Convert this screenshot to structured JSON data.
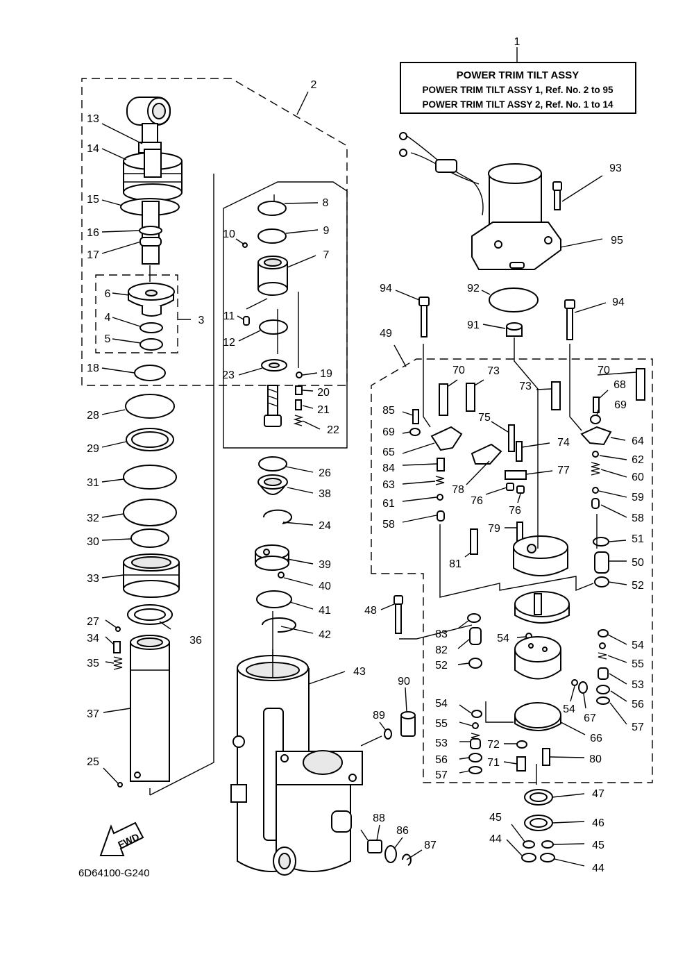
{
  "title_box": {
    "heading": "POWER TRIM TILT ASSY",
    "line1": "POWER TRIM TILT ASSY 1,  Ref. No. 2 to 95",
    "line2": "POWER TRIM TILT ASSY 2,  Ref. No. 1 to 14"
  },
  "fwd_label": "FWD",
  "diagram_code": "6D64100-G240",
  "callouts": [
    {
      "id": "c1",
      "text": "1"
    },
    {
      "id": "c2",
      "text": "2"
    },
    {
      "id": "c3",
      "text": "3"
    },
    {
      "id": "c4",
      "text": "4"
    },
    {
      "id": "c5",
      "text": "5"
    },
    {
      "id": "c6",
      "text": "6"
    },
    {
      "id": "c7",
      "text": "7"
    },
    {
      "id": "c8",
      "text": "8"
    },
    {
      "id": "c9",
      "text": "9"
    },
    {
      "id": "c10",
      "text": "10"
    },
    {
      "id": "c11",
      "text": "11"
    },
    {
      "id": "c12",
      "text": "12"
    },
    {
      "id": "c13",
      "text": "13"
    },
    {
      "id": "c14",
      "text": "14"
    },
    {
      "id": "c15",
      "text": "15"
    },
    {
      "id": "c16",
      "text": "16"
    },
    {
      "id": "c17",
      "text": "17"
    },
    {
      "id": "c18",
      "text": "18"
    },
    {
      "id": "c19",
      "text": "19"
    },
    {
      "id": "c20",
      "text": "20"
    },
    {
      "id": "c21",
      "text": "21"
    },
    {
      "id": "c22",
      "text": "22"
    },
    {
      "id": "c23",
      "text": "23"
    },
    {
      "id": "c24",
      "text": "24"
    },
    {
      "id": "c25",
      "text": "25"
    },
    {
      "id": "c26",
      "text": "26"
    },
    {
      "id": "c27",
      "text": "27"
    },
    {
      "id": "c28",
      "text": "28"
    },
    {
      "id": "c29",
      "text": "29"
    },
    {
      "id": "c30",
      "text": "30"
    },
    {
      "id": "c31",
      "text": "31"
    },
    {
      "id": "c32",
      "text": "32"
    },
    {
      "id": "c33",
      "text": "33"
    },
    {
      "id": "c34",
      "text": "34"
    },
    {
      "id": "c35",
      "text": "35"
    },
    {
      "id": "c36",
      "text": "36"
    },
    {
      "id": "c37",
      "text": "37"
    },
    {
      "id": "c38",
      "text": "38"
    },
    {
      "id": "c39",
      "text": "39"
    },
    {
      "id": "c40",
      "text": "40"
    },
    {
      "id": "c41",
      "text": "41"
    },
    {
      "id": "c42",
      "text": "42"
    },
    {
      "id": "c43",
      "text": "43"
    },
    {
      "id": "c44a",
      "text": "44"
    },
    {
      "id": "c44b",
      "text": "44"
    },
    {
      "id": "c45a",
      "text": "45"
    },
    {
      "id": "c45b",
      "text": "45"
    },
    {
      "id": "c46",
      "text": "46"
    },
    {
      "id": "c47",
      "text": "47"
    },
    {
      "id": "c48",
      "text": "48"
    },
    {
      "id": "c49",
      "text": "49"
    },
    {
      "id": "c50",
      "text": "50"
    },
    {
      "id": "c51",
      "text": "51"
    },
    {
      "id": "c52a",
      "text": "52"
    },
    {
      "id": "c52b",
      "text": "52"
    },
    {
      "id": "c53a",
      "text": "53"
    },
    {
      "id": "c53b",
      "text": "53"
    },
    {
      "id": "c54a",
      "text": "54"
    },
    {
      "id": "c54b",
      "text": "54"
    },
    {
      "id": "c54c",
      "text": "54"
    },
    {
      "id": "c54d",
      "text": "54"
    },
    {
      "id": "c55a",
      "text": "55"
    },
    {
      "id": "c55b",
      "text": "55"
    },
    {
      "id": "c56a",
      "text": "56"
    },
    {
      "id": "c56b",
      "text": "56"
    },
    {
      "id": "c57a",
      "text": "57"
    },
    {
      "id": "c57b",
      "text": "57"
    },
    {
      "id": "c58a",
      "text": "58"
    },
    {
      "id": "c58b",
      "text": "58"
    },
    {
      "id": "c59",
      "text": "59"
    },
    {
      "id": "c60",
      "text": "60"
    },
    {
      "id": "c61",
      "text": "61"
    },
    {
      "id": "c62",
      "text": "62"
    },
    {
      "id": "c63",
      "text": "63"
    },
    {
      "id": "c64",
      "text": "64"
    },
    {
      "id": "c65",
      "text": "65"
    },
    {
      "id": "c66",
      "text": "66"
    },
    {
      "id": "c67",
      "text": "67"
    },
    {
      "id": "c68",
      "text": "68"
    },
    {
      "id": "c69a",
      "text": "69"
    },
    {
      "id": "c69b",
      "text": "69"
    },
    {
      "id": "c70a",
      "text": "70"
    },
    {
      "id": "c70b",
      "text": "70"
    },
    {
      "id": "c71",
      "text": "71"
    },
    {
      "id": "c72",
      "text": "72"
    },
    {
      "id": "c73a",
      "text": "73"
    },
    {
      "id": "c73b",
      "text": "73"
    },
    {
      "id": "c74",
      "text": "74"
    },
    {
      "id": "c75",
      "text": "75"
    },
    {
      "id": "c76a",
      "text": "76"
    },
    {
      "id": "c76b",
      "text": "76"
    },
    {
      "id": "c77",
      "text": "77"
    },
    {
      "id": "c78",
      "text": "78"
    },
    {
      "id": "c79",
      "text": "79"
    },
    {
      "id": "c80",
      "text": "80"
    },
    {
      "id": "c81",
      "text": "81"
    },
    {
      "id": "c82",
      "text": "82"
    },
    {
      "id": "c83",
      "text": "83"
    },
    {
      "id": "c84",
      "text": "84"
    },
    {
      "id": "c85",
      "text": "85"
    },
    {
      "id": "c86",
      "text": "86"
    },
    {
      "id": "c87",
      "text": "87"
    },
    {
      "id": "c88",
      "text": "88"
    },
    {
      "id": "c89",
      "text": "89"
    },
    {
      "id": "c90",
      "text": "90"
    },
    {
      "id": "c91",
      "text": "91"
    },
    {
      "id": "c92",
      "text": "92"
    },
    {
      "id": "c93",
      "text": "93"
    },
    {
      "id": "c94a",
      "text": "94"
    },
    {
      "id": "c94b",
      "text": "94"
    },
    {
      "id": "c95",
      "text": "95"
    }
  ]
}
